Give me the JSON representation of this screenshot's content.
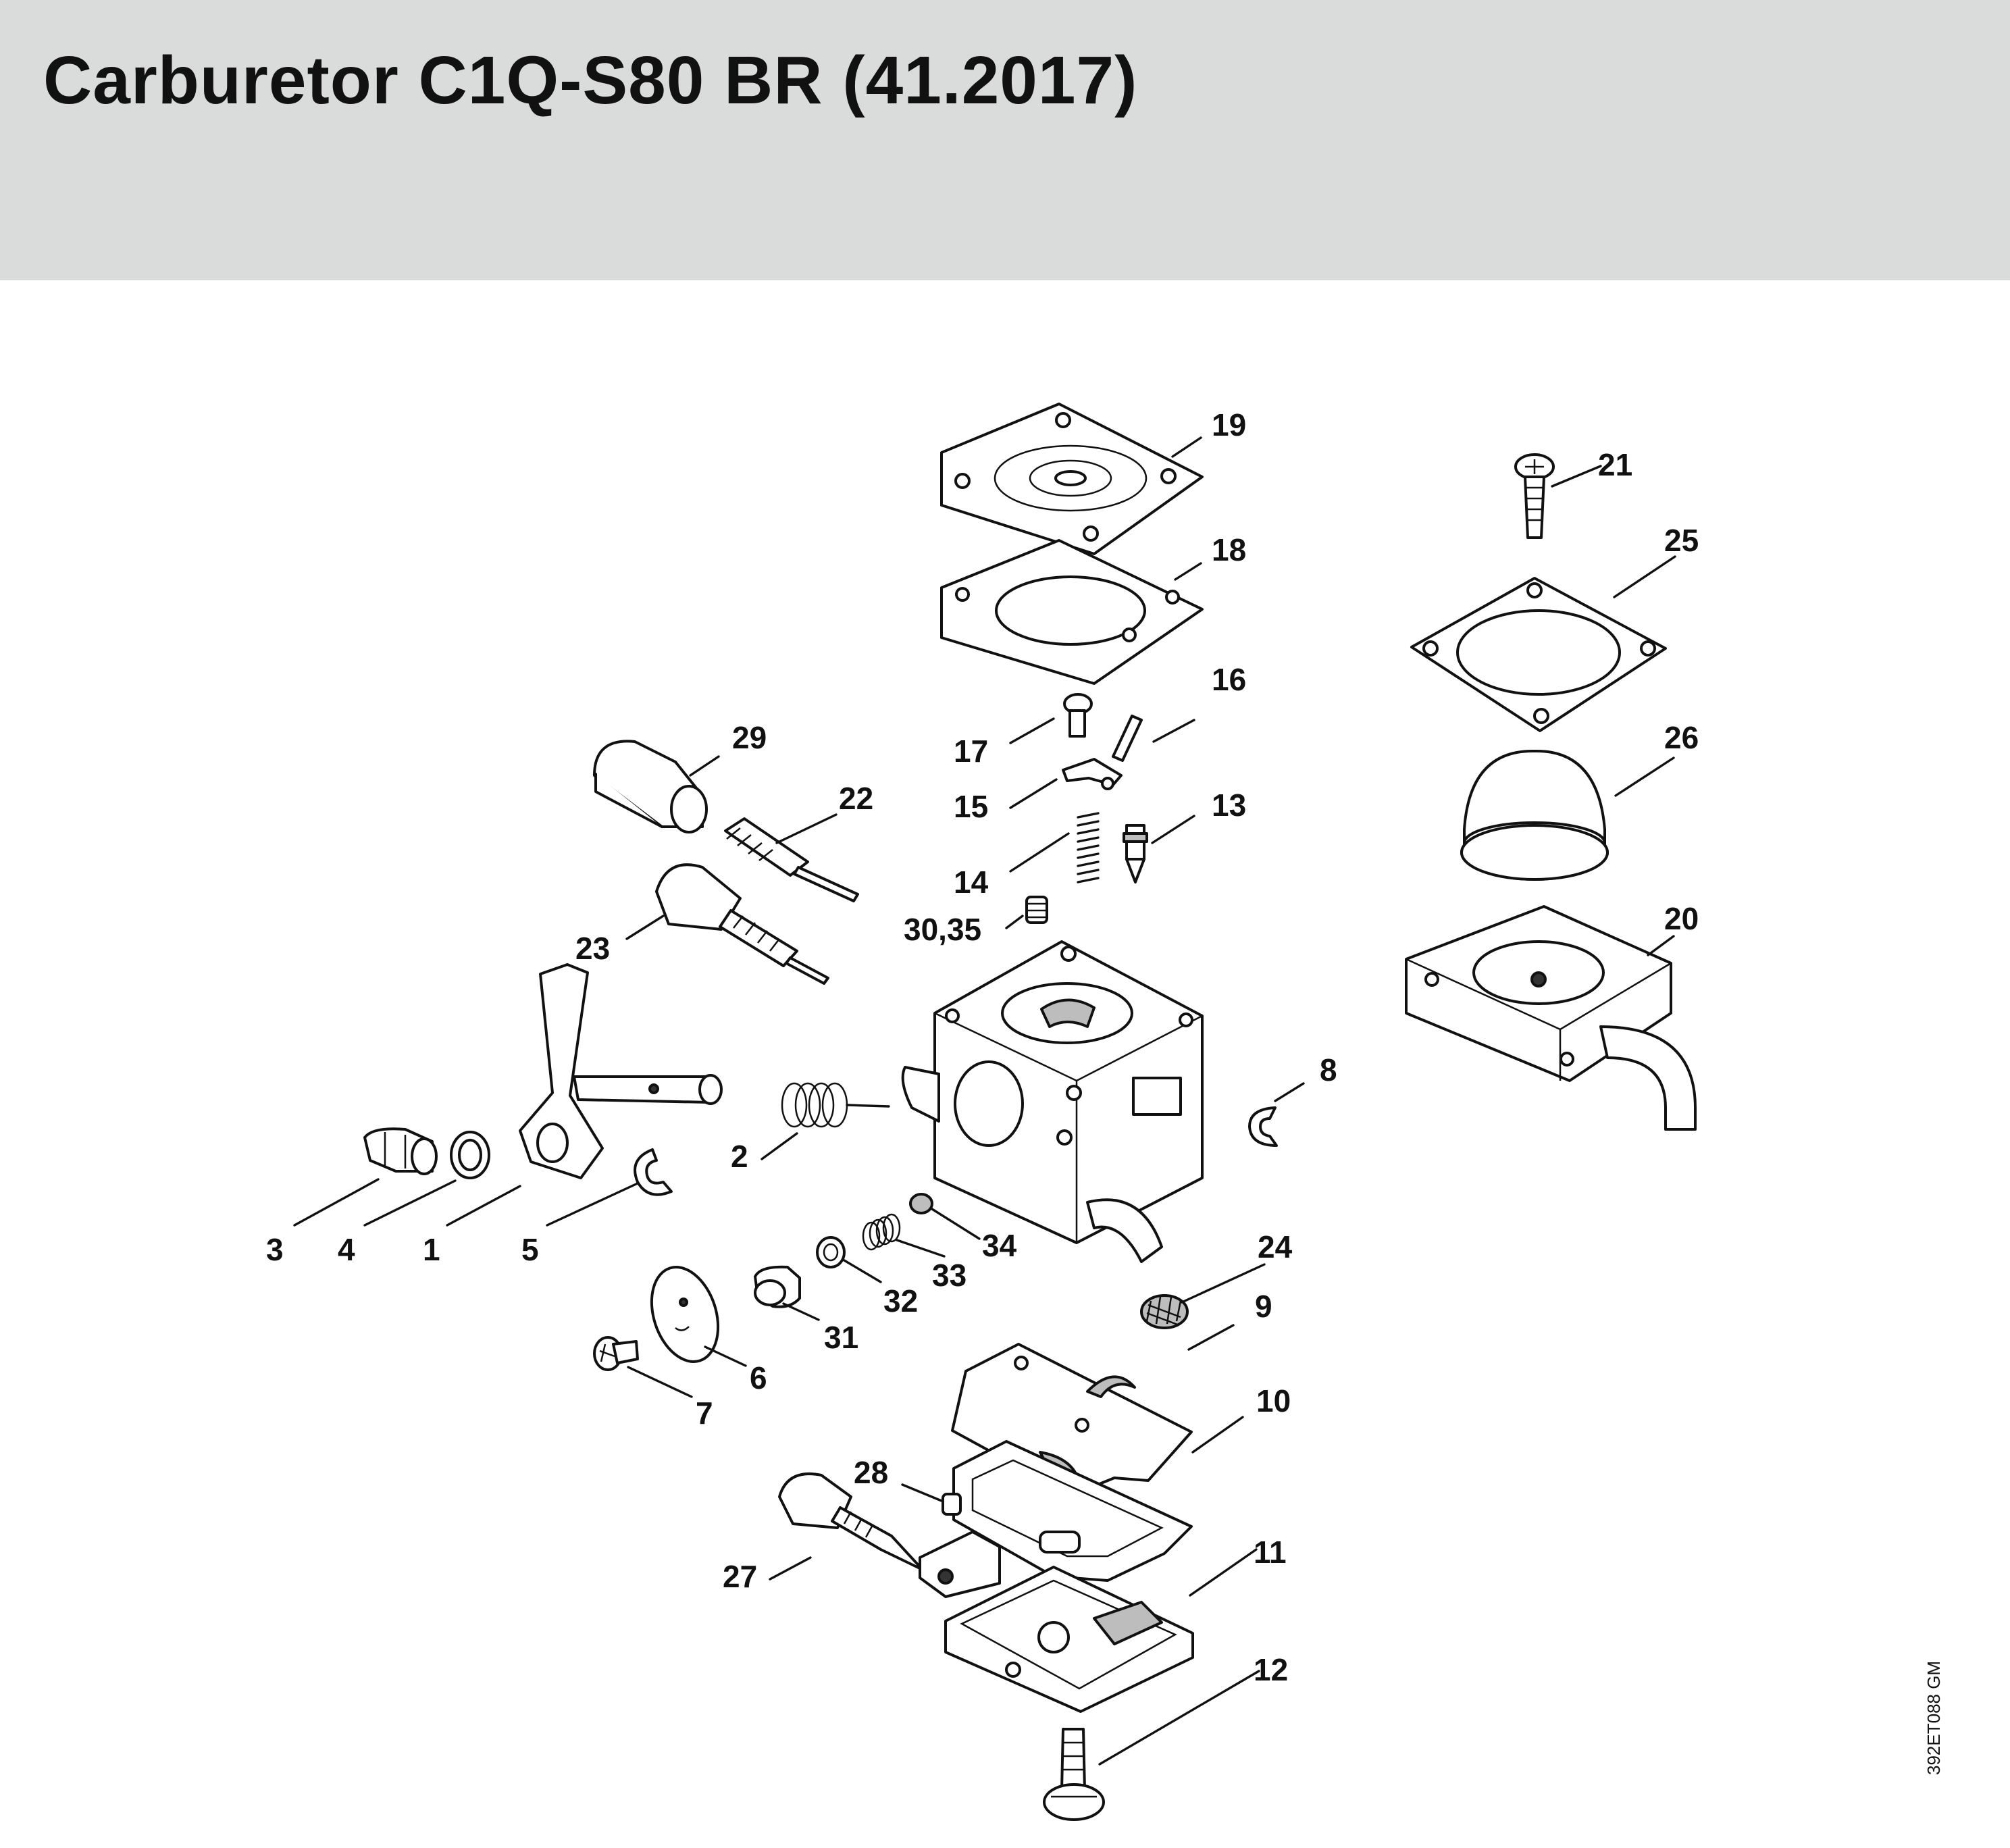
{
  "header": {
    "title": "Carburetor C1Q-S80 BR (41.2017)"
  },
  "diagram": {
    "reference_code": "392ET088 GM",
    "callouts": [
      "1",
      "2",
      "3",
      "4",
      "5",
      "6",
      "7",
      "8",
      "9",
      "10",
      "11",
      "12",
      "13",
      "14",
      "15",
      "16",
      "17",
      "18",
      "19",
      "20",
      "21",
      "22",
      "23",
      "24",
      "25",
      "26",
      "27",
      "28",
      "29",
      "30,35",
      "31",
      "32",
      "33",
      "34"
    ]
  },
  "colors": {
    "header_background": "#dadcdb",
    "ink": "#111111"
  }
}
